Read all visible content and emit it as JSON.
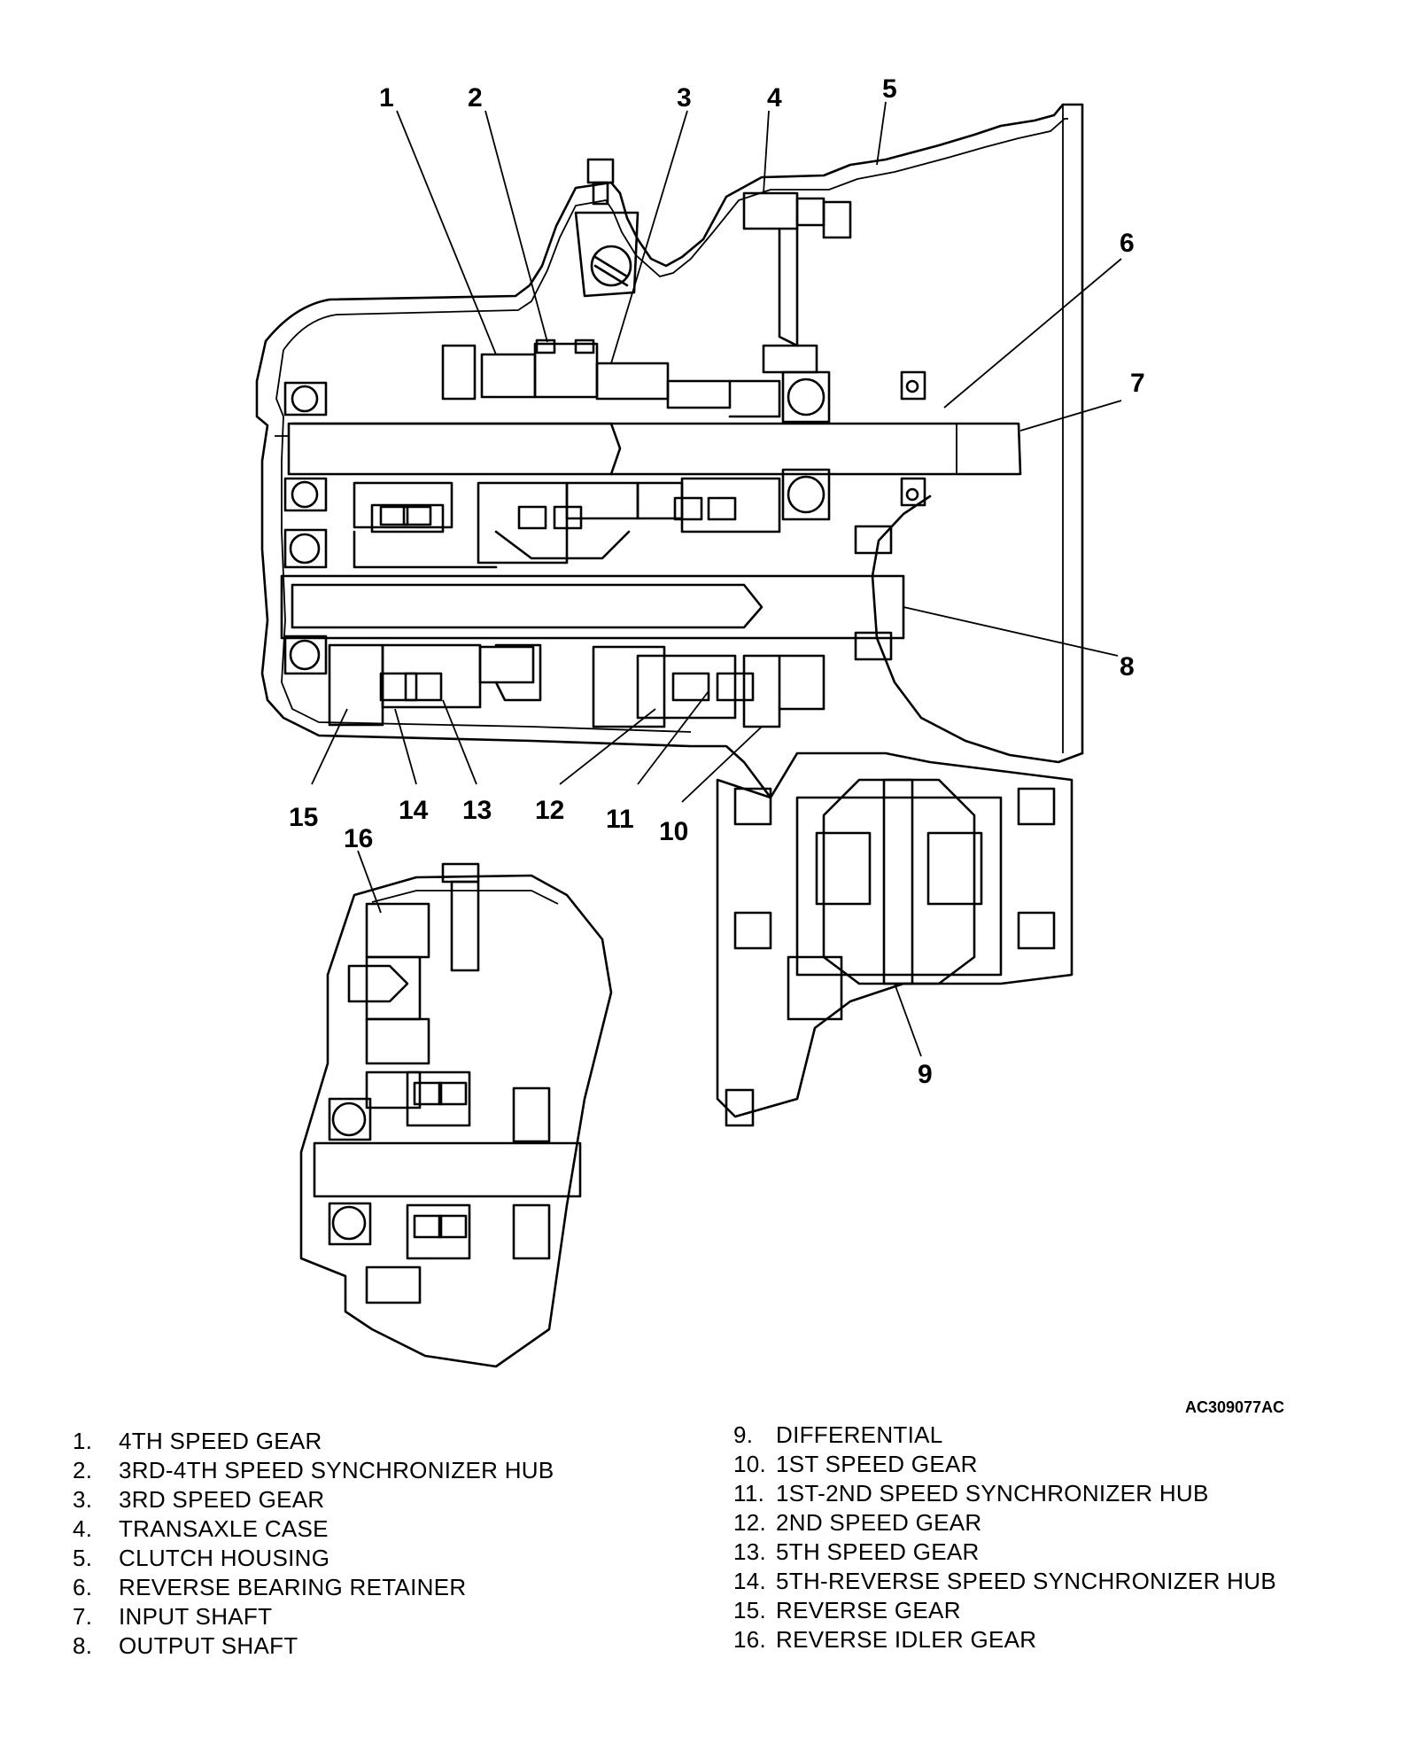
{
  "callouts": {
    "c1": "1",
    "c2": "2",
    "c3": "3",
    "c4": "4",
    "c5": "5",
    "c6": "6",
    "c7": "7",
    "c8": "8",
    "c9": "9",
    "c10": "10",
    "c11": "11",
    "c12": "12",
    "c13": "13",
    "c14": "14",
    "c15": "15",
    "c16": "16"
  },
  "figure_id": "AC309077AC",
  "legend": {
    "left": [
      {
        "num": "1.",
        "label": "4TH SPEED GEAR"
      },
      {
        "num": "2.",
        "label": "3RD-4TH SPEED SYNCHRONIZER HUB"
      },
      {
        "num": "3.",
        "label": "3RD SPEED GEAR"
      },
      {
        "num": "4.",
        "label": "TRANSAXLE CASE"
      },
      {
        "num": "5.",
        "label": "CLUTCH HOUSING"
      },
      {
        "num": "6.",
        "label": "REVERSE BEARING RETAINER"
      },
      {
        "num": "7.",
        "label": "INPUT SHAFT"
      },
      {
        "num": "8.",
        "label": "OUTPUT SHAFT"
      }
    ],
    "right": [
      {
        "num": "9.",
        "label": "DIFFERENTIAL"
      },
      {
        "num": "10.",
        "label": "1ST SPEED GEAR"
      },
      {
        "num": "11.",
        "label": "1ST-2ND SPEED SYNCHRONIZER HUB"
      },
      {
        "num": "12.",
        "label": "2ND SPEED GEAR"
      },
      {
        "num": "13.",
        "label": "5TH SPEED GEAR"
      },
      {
        "num": "14.",
        "label": "5TH-REVERSE SPEED SYNCHRONIZER HUB"
      },
      {
        "num": "15.",
        "label": "REVERSE GEAR"
      },
      {
        "num": "16.",
        "label": "REVERSE IDLER GEAR"
      }
    ]
  }
}
